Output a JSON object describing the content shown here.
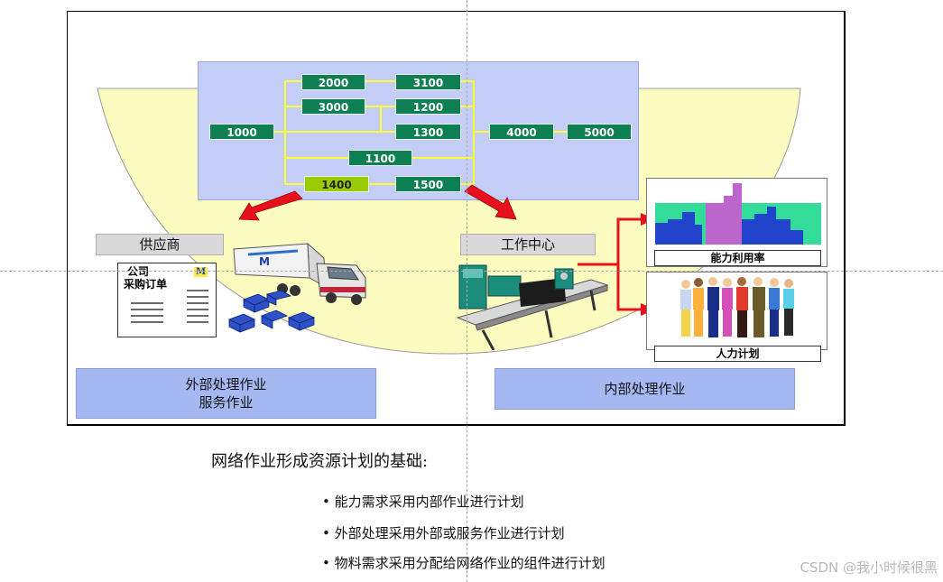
{
  "network": {
    "nodes": [
      {
        "id": "n2000",
        "label": "2000"
      },
      {
        "id": "n3100",
        "label": "3100"
      },
      {
        "id": "n3000",
        "label": "3000"
      },
      {
        "id": "n1200",
        "label": "1200"
      },
      {
        "id": "n1000",
        "label": "1000"
      },
      {
        "id": "n1300",
        "label": "1300"
      },
      {
        "id": "n4000",
        "label": "4000"
      },
      {
        "id": "n5000",
        "label": "5000"
      },
      {
        "id": "n1100",
        "label": "1100"
      },
      {
        "id": "n1400",
        "label": "1400",
        "highlighted": true
      },
      {
        "id": "n1500",
        "label": "1500"
      }
    ]
  },
  "left": {
    "supplier_label": "供应商",
    "order_doc": {
      "line1": "公司",
      "line2": "采购订单",
      "logo": "M"
    },
    "truck_logo": "M",
    "box_line1": "外部处理作业",
    "box_line2": "服务作业"
  },
  "right": {
    "workcenter_label": "工作中心",
    "capacity_caption": "能力利用率",
    "hr_caption": "人力计划",
    "box_label": "内部处理作业"
  },
  "bottom": {
    "title": "网络作业形成资源计划的基础:",
    "bullets": [
      "• 能力需求采用内部作业进行计划",
      "• 外部处理采用外部或服务作业进行计划",
      "• 物料需求采用分配给网络作业的组件进行计划"
    ]
  },
  "watermark": "CSDN @我小时候很黑",
  "colors": {
    "node_green": "#0d7f52",
    "node_highlight": "#99cc00",
    "panel_blue": "#c3cdf6",
    "box_blue": "#a6b8f2",
    "ellipse_yellow": "#fcfcc0",
    "arrow_red": "#e8101e"
  },
  "icons": [
    "truck-icon",
    "package-boxes-icon",
    "machine-tool-icon",
    "bar-chart-icon",
    "people-icon",
    "red-arrow-icon"
  ]
}
